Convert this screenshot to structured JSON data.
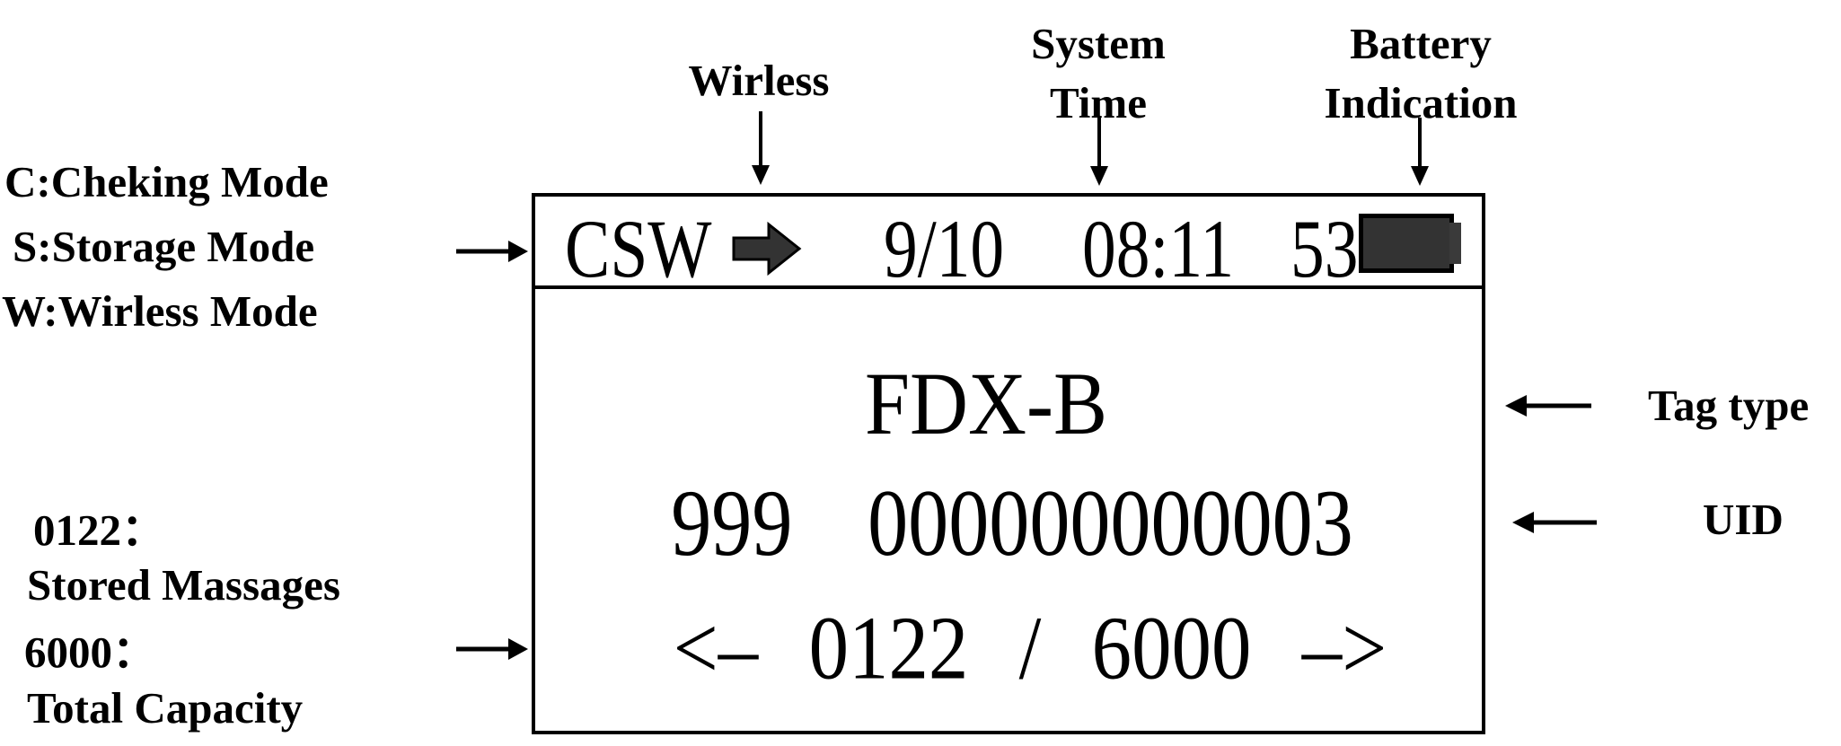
{
  "figure": {
    "background": "#ffffff",
    "ink": "#000000",
    "indicator_fill": "#333333"
  },
  "annotations": {
    "wireless": "Wirless",
    "system_time": {
      "line1": "System",
      "line2": "Time"
    },
    "battery_indication": {
      "line1": "Battery",
      "line2": "Indication"
    },
    "modes": {
      "c": "C:Cheking Mode",
      "s": "S:Storage Mode",
      "w": "W:Wirless Mode"
    },
    "tag_type": "Tag type",
    "uid": "UID",
    "stored_value": "0122：",
    "stored_caption": "Stored Massages",
    "capacity_value": "6000：",
    "capacity_caption": "Total Capacity"
  },
  "display": {
    "modes": "CSW",
    "date": "9/10",
    "time": "08:11",
    "battery_percent": "53",
    "tag_type": "FDX-B",
    "uid": "999 000000000003",
    "pager": {
      "prev": "<–",
      "stored": "0122",
      "separator": "/",
      "total": "6000",
      "next": "–>"
    }
  }
}
